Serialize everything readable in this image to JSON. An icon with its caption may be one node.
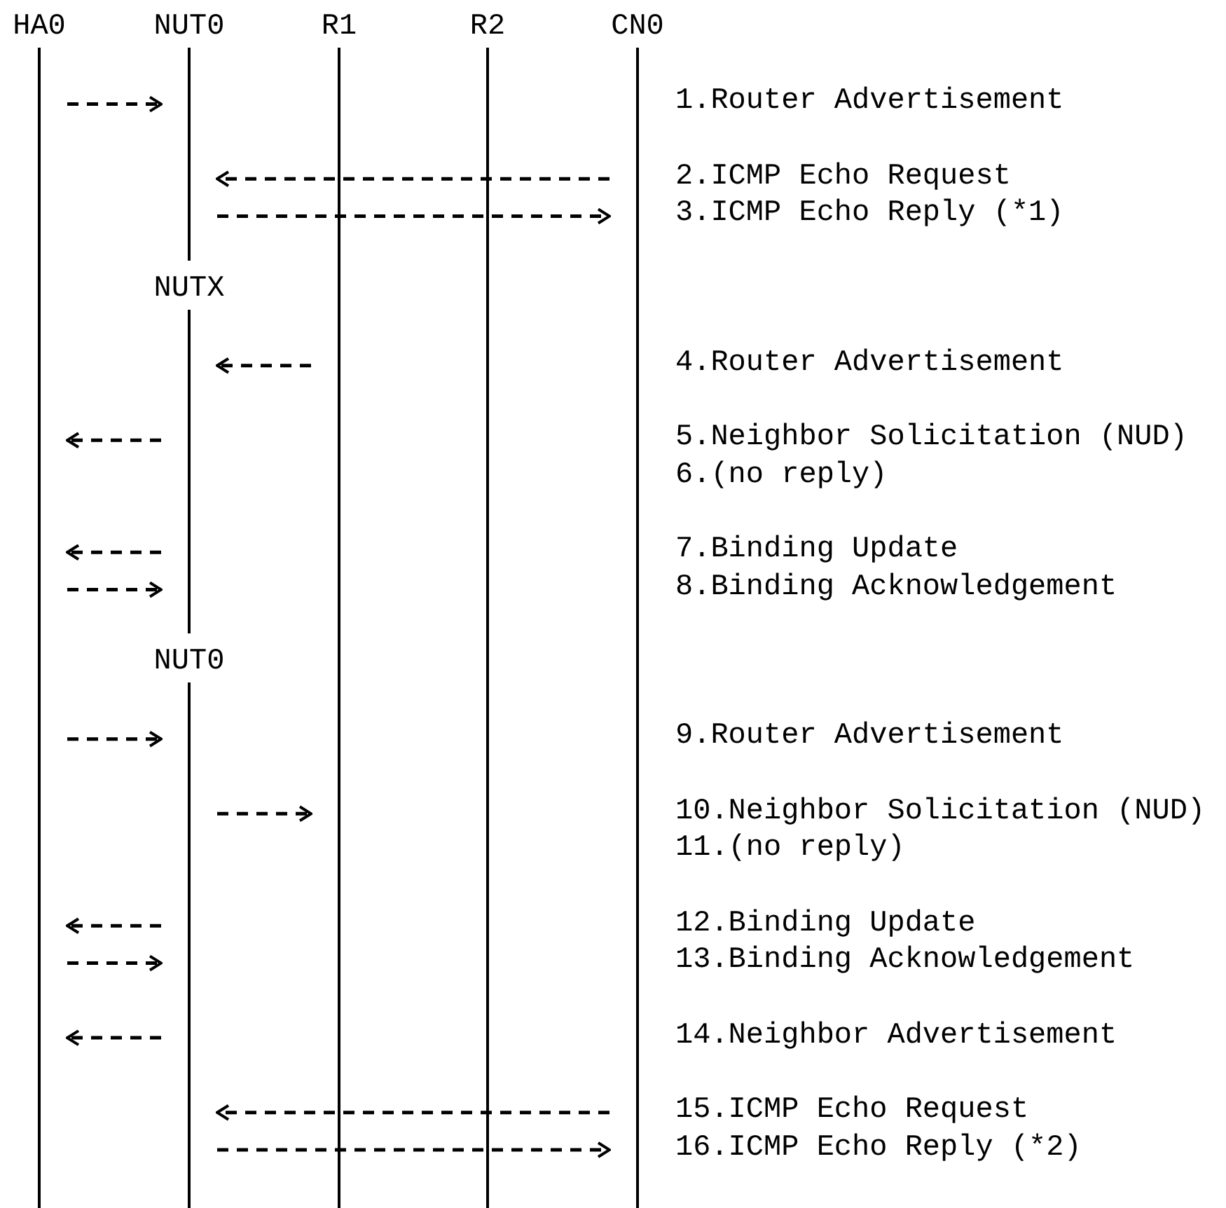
{
  "diagram": {
    "nodes": [
      {
        "text": [
          "HA0"
        ]
      },
      {
        "text": [
          "NUT0"
        ]
      },
      {
        "text": [
          "R1"
        ]
      },
      {
        "text": [
          "R2"
        ]
      },
      {
        "text": [
          "CN0"
        ]
      },
      {
        "text": [
          "NUTX"
        ]
      },
      {
        "text": [
          "NUT0"
        ]
      }
    ],
    "edges": [
      {
        "from": 0,
        "to": 1,
        "arrow": "to"
      },
      {
        "from": 4,
        "to": 1,
        "arrow": "to"
      },
      {
        "from": 1,
        "to": 4,
        "arrow": "to"
      },
      {
        "from": 2,
        "to": 5,
        "arrow": "to"
      },
      {
        "from": 5,
        "to": 0,
        "arrow": "to"
      },
      {
        "from": 5,
        "to": 0,
        "arrow": "to"
      },
      {
        "from": 0,
        "to": 5,
        "arrow": "to"
      },
      {
        "from": 0,
        "to": 6,
        "arrow": "to"
      },
      {
        "from": 6,
        "to": 2,
        "arrow": "to"
      },
      {
        "from": 6,
        "to": 0,
        "arrow": "to"
      },
      {
        "from": 0,
        "to": 6,
        "arrow": "to"
      },
      {
        "from": 6,
        "to": 0,
        "arrow": "to"
      },
      {
        "from": 4,
        "to": 6,
        "arrow": "to"
      },
      {
        "from": 6,
        "to": 4,
        "arrow": "to"
      }
    ],
    "labels": [
      "1.Router Advertisement",
      "2.ICMP Echo Request",
      "3.ICMP Echo Reply (*1)",
      "4.Router Advertisement",
      "5.Neighbor Solicitation (NUD)",
      "6.(no reply)",
      "7.Binding Update",
      "8.Binding Acknowledgement",
      "9.Router Advertisement",
      "10.Neighbor Solicitation (NUD)",
      "11.(no reply)",
      "12.Binding Update",
      "13.Binding Acknowledgement",
      "14.Neighbor Advertisement",
      "15.ICMP Echo Request",
      "16.ICMP Echo Reply (*2)"
    ]
  }
}
